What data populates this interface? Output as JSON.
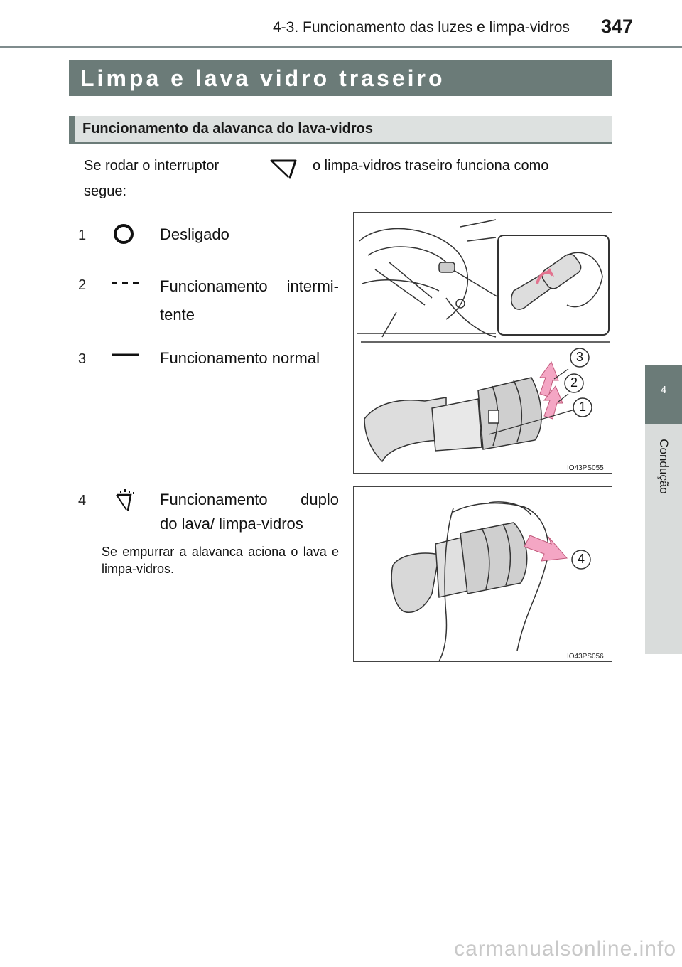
{
  "header": {
    "chapter_title": "4-3. Funcionamento das luzes e limpa-vidros",
    "page_number": "347"
  },
  "side_tab": {
    "chapter_number": "4",
    "chapter_name": "Condução"
  },
  "section": {
    "title": "Limpa e lava vidro traseiro",
    "subtitle": "Funcionamento da alavanca do lava-vidros"
  },
  "intro": {
    "part1": "Se rodar o interruptor",
    "part2": "o limpa-vidros traseiro funciona como",
    "part3": "segue:"
  },
  "items": [
    {
      "number": "1",
      "label": "Desligado",
      "icon": "off-circle-icon"
    },
    {
      "number": "2",
      "label": "Funcionamento intermi-",
      "label_cont": "tente",
      "icon": "intermittent-dashes-icon"
    },
    {
      "number": "3",
      "label": "Funcionamento normal",
      "icon": "normal-line-icon"
    },
    {
      "number": "4",
      "label": "Funcionamento duplo",
      "label_cont": "do lava/ limpa-vidros",
      "icon": "washer-icon",
      "note": "Se empurrar a alavanca aciona o lava e limpa-vidros."
    }
  ],
  "figures": [
    {
      "code": "IO43PS055",
      "callouts": [
        "3",
        "2",
        "1"
      ]
    },
    {
      "code": "IO43PS056",
      "callouts": [
        "4"
      ]
    }
  ],
  "watermark": "carmanualsonline.info",
  "colors": {
    "header_band": "#6b7b78",
    "subtitle_band": "#dde1e0",
    "arrow_pink": "#f4a6c4"
  }
}
